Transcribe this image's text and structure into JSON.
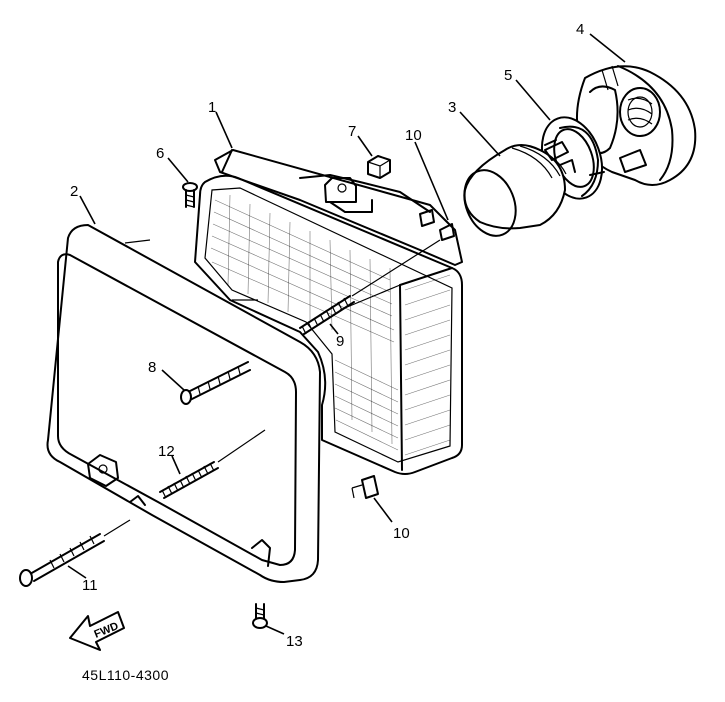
{
  "diagram": {
    "part_code": "45L110-4300",
    "direction_arrow_label": "FWD",
    "callouts": [
      {
        "id": "c1",
        "label": "1"
      },
      {
        "id": "c2",
        "label": "2"
      },
      {
        "id": "c3",
        "label": "3"
      },
      {
        "id": "c4",
        "label": "4"
      },
      {
        "id": "c5",
        "label": "5"
      },
      {
        "id": "c6",
        "label": "6"
      },
      {
        "id": "c7",
        "label": "7"
      },
      {
        "id": "c8",
        "label": "8"
      },
      {
        "id": "c9",
        "label": "9"
      },
      {
        "id": "c10a",
        "label": "10"
      },
      {
        "id": "c10b",
        "label": "10"
      },
      {
        "id": "c11",
        "label": "11"
      },
      {
        "id": "c12",
        "label": "12"
      },
      {
        "id": "c13",
        "label": "13"
      }
    ]
  }
}
